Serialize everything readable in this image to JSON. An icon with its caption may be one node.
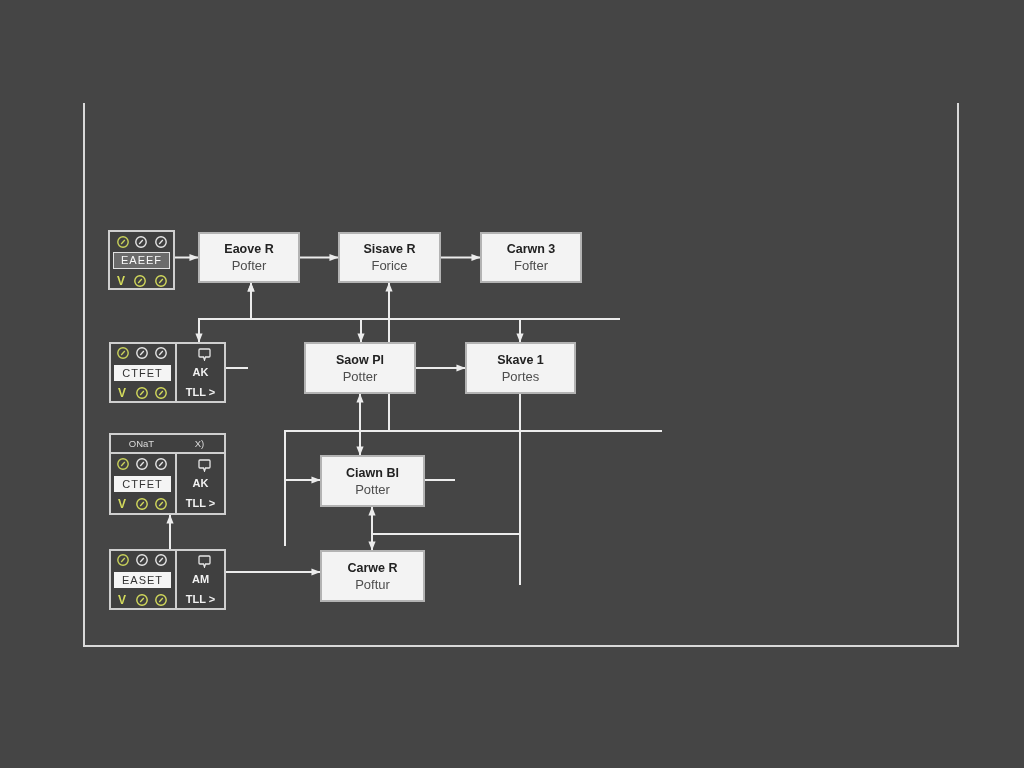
{
  "diagram": {
    "nodes": [
      {
        "text": [
          "EAEEF",
          "V"
        ]
      },
      {
        "text": [
          "Eaove R",
          "Pofter"
        ]
      },
      {
        "text": [
          "Sisave R",
          "Forice"
        ]
      },
      {
        "text": [
          "Carwn 3",
          "Fofter"
        ]
      },
      {
        "text": [
          "CTFET",
          "V",
          "AK",
          "TLL >"
        ]
      },
      {
        "text": [
          "Saow Pl",
          "Potter"
        ]
      },
      {
        "text": [
          "Skave 1",
          "Portes"
        ]
      },
      {
        "text": [
          "ONaT",
          "X)",
          "CTFET",
          "V",
          "AK",
          "TLL >"
        ]
      },
      {
        "text": [
          "Ciawn Bl",
          "Potter"
        ]
      },
      {
        "text": [
          "EASET",
          "V",
          "AM",
          "TLL >"
        ]
      },
      {
        "text": [
          "Carwe R",
          "Poftur"
        ]
      }
    ],
    "edges": [
      {
        "from": 0,
        "to": 1,
        "arrow": "to"
      },
      {
        "from": 1,
        "to": 2,
        "arrow": "to"
      },
      {
        "from": 2,
        "to": 3,
        "arrow": "to"
      },
      {
        "from": 5,
        "to": 6,
        "arrow": "to"
      },
      {
        "from": 1,
        "to": 4,
        "arrow": "both"
      },
      {
        "from": 1,
        "to": 5,
        "arrow": "both"
      },
      {
        "from": 5,
        "to": 2,
        "arrow": "to"
      },
      {
        "from": 5,
        "to": 6,
        "arrow": "to"
      },
      {
        "from": 5,
        "to": 8,
        "arrow": "to"
      },
      {
        "from": 5,
        "to": 8,
        "arrow": "both"
      },
      {
        "from": 6,
        "to": 8,
        "arrow": "to"
      },
      {
        "from": 6,
        "to": 10,
        "arrow": "to"
      },
      {
        "from": 9,
        "to": 10,
        "arrow": "to"
      },
      {
        "from": 9,
        "to": 7,
        "arrow": "to"
      },
      {
        "from": 4,
        "to": null,
        "arrow": "none"
      },
      {
        "from": 8,
        "to": null,
        "arrow": "none"
      }
    ]
  }
}
